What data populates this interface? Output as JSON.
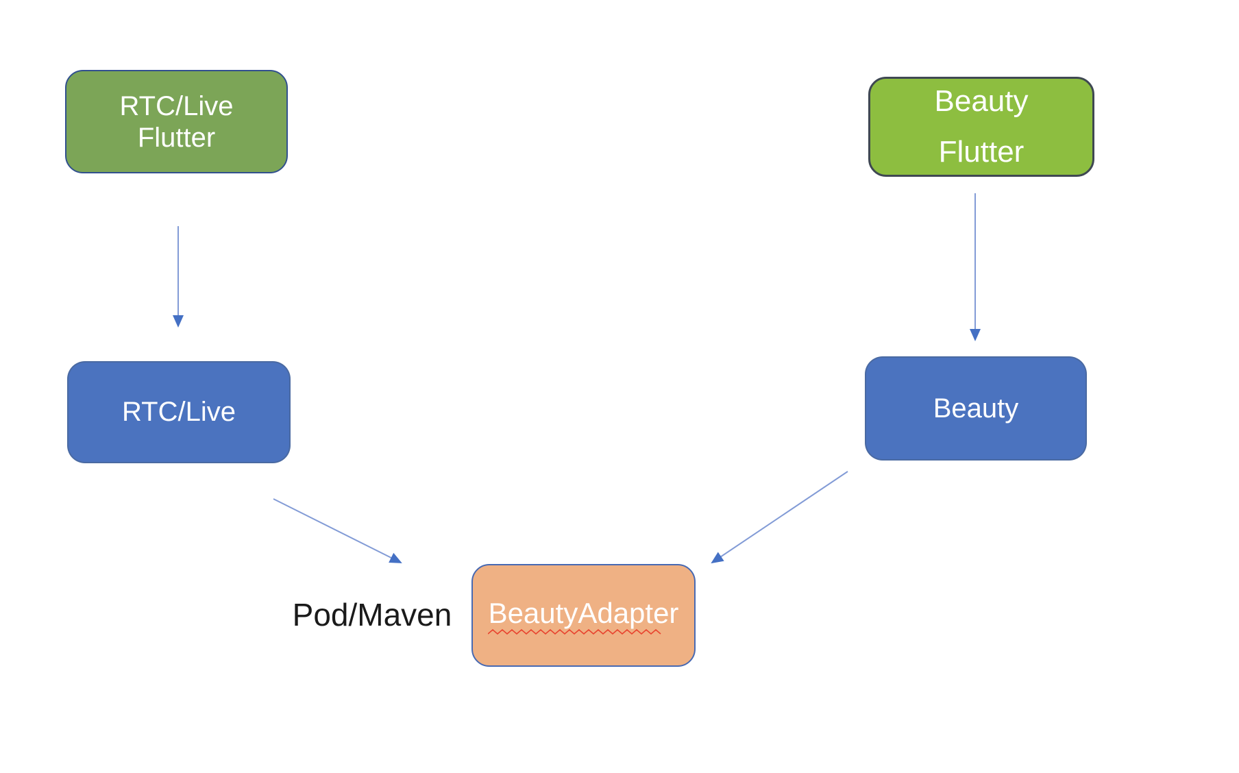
{
  "diagram": {
    "background_color": "#FFFFFF",
    "nodes": {
      "rtc_live_flutter": {
        "line1": "RTC/Live",
        "line2": "Flutter",
        "fill": "#7CA557",
        "border": "#31508E",
        "text_color": "#FFFFFF"
      },
      "beauty_flutter": {
        "line1": "Beauty",
        "line2": "Flutter",
        "fill": "#8DBE40",
        "border": "#3F4852",
        "text_color": "#FFFFFF"
      },
      "rtc_live": {
        "label": "RTC/Live",
        "fill": "#4B73BF",
        "text_color": "#FFFFFF"
      },
      "beauty": {
        "label": "Beauty",
        "fill": "#4B73BF",
        "text_color": "#FFFFFF"
      },
      "beauty_adapter": {
        "label": "BeautyAdapter",
        "fill": "#EFB184",
        "border": "#4769B2",
        "text_color": "#FFFFFF",
        "spellcheck_underline": true,
        "spellcheck_underline_color": "#E8432E"
      }
    },
    "edge_label": {
      "text": "Pod/Maven",
      "color": "#1A1A1A"
    },
    "arrows": {
      "line_color": "#829BD6",
      "head_color": "#4470C4",
      "connections": [
        {
          "from": "rtc_live_flutter",
          "to": "rtc_live"
        },
        {
          "from": "beauty_flutter",
          "to": "beauty"
        },
        {
          "from": "rtc_live",
          "to": "beauty_adapter"
        },
        {
          "from": "beauty",
          "to": "beauty_adapter"
        }
      ]
    }
  }
}
